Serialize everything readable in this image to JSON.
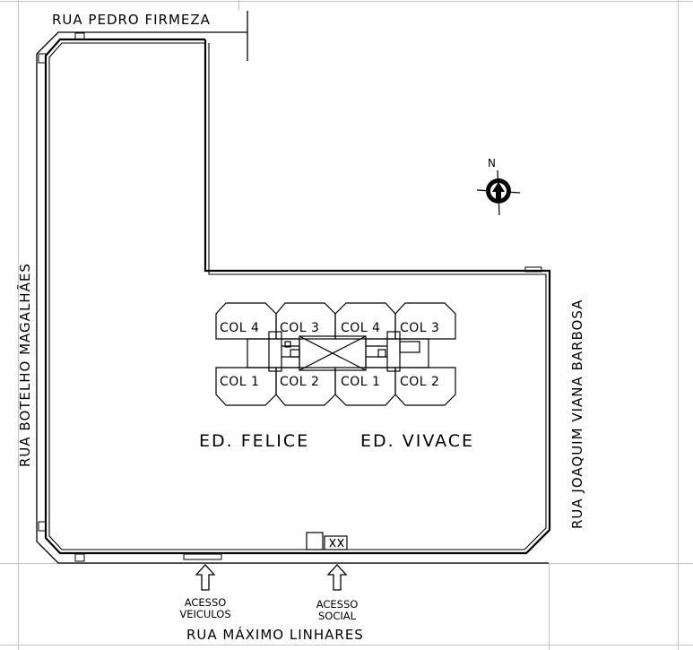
{
  "streets": {
    "north": "RUA PEDRO FIRMEZA",
    "west": "RUA BOTELHO MAGALHÃES",
    "east": "RUA JOAQUIM VIANA BARBOSA",
    "south": "RUA MÁXIMO LINHARES"
  },
  "buildings": {
    "left_name": "ED. FELICE",
    "right_name": "ED. VIVACE",
    "left_units": {
      "top_left": "COL 4",
      "top_right": "COL 3",
      "bottom_left": "COL 1",
      "bottom_right": "COL 2"
    },
    "right_units": {
      "top_left": "COL 4",
      "top_right": "COL 3",
      "bottom_left": "COL 1",
      "bottom_right": "COL 2"
    }
  },
  "access": {
    "vehicles_line1": "ACESSO",
    "vehicles_line2": "VEICULOS",
    "social_line1": "ACESSO",
    "social_line2": "SOCIAL"
  },
  "north_arrow": {
    "label": "N",
    "icon": "north-arrow-icon"
  },
  "colors": {
    "ink": "#000000",
    "background": "#ffffff",
    "grid": "#b8b8b8"
  }
}
